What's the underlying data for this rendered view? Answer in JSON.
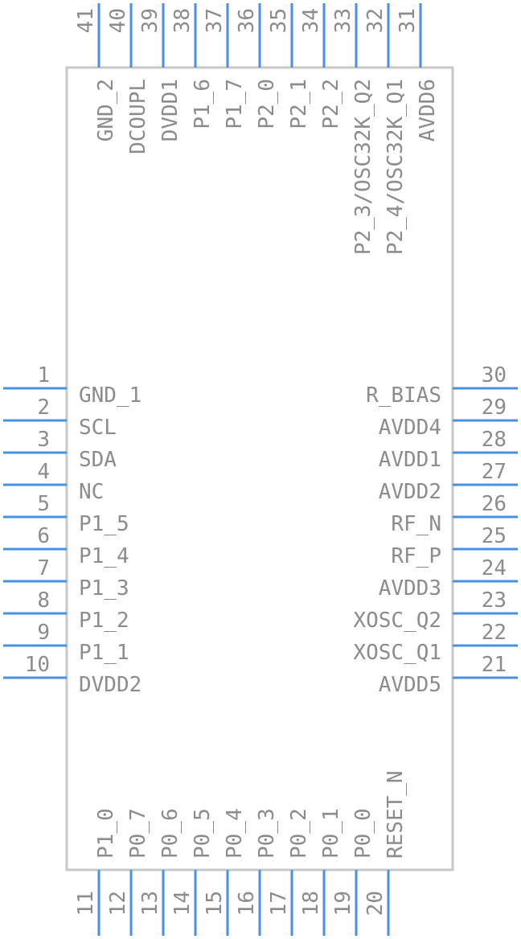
{
  "colors": {
    "pin": "#4a90e2",
    "outline": "#c8c8c8",
    "text": "#8c8c8c"
  },
  "left_pins": [
    {
      "num": "1",
      "label": "GND_1"
    },
    {
      "num": "2",
      "label": "SCL"
    },
    {
      "num": "3",
      "label": "SDA"
    },
    {
      "num": "4",
      "label": "NC"
    },
    {
      "num": "5",
      "label": "P1_5"
    },
    {
      "num": "6",
      "label": "P1_4"
    },
    {
      "num": "7",
      "label": "P1_3"
    },
    {
      "num": "8",
      "label": "P1_2"
    },
    {
      "num": "9",
      "label": "P1_1"
    },
    {
      "num": "10",
      "label": "DVDD2"
    }
  ],
  "bottom_pins": [
    {
      "num": "11",
      "label": "P1_0"
    },
    {
      "num": "12",
      "label": "P0_7"
    },
    {
      "num": "13",
      "label": "P0_6"
    },
    {
      "num": "14",
      "label": "P0_5"
    },
    {
      "num": "15",
      "label": "P0_4"
    },
    {
      "num": "16",
      "label": "P0_3"
    },
    {
      "num": "17",
      "label": "P0_2"
    },
    {
      "num": "18",
      "label": "P0_1"
    },
    {
      "num": "19",
      "label": "P0_0"
    },
    {
      "num": "20",
      "label": "RESET_N"
    }
  ],
  "right_pins": [
    {
      "num": "30",
      "label": "R_BIAS"
    },
    {
      "num": "29",
      "label": "AVDD4"
    },
    {
      "num": "28",
      "label": "AVDD1"
    },
    {
      "num": "27",
      "label": "AVDD2"
    },
    {
      "num": "26",
      "label": "RF_N"
    },
    {
      "num": "25",
      "label": "RF_P"
    },
    {
      "num": "24",
      "label": "AVDD3"
    },
    {
      "num": "23",
      "label": "XOSC_Q2"
    },
    {
      "num": "22",
      "label": "XOSC_Q1"
    },
    {
      "num": "21",
      "label": "AVDD5"
    }
  ],
  "top_pins": [
    {
      "num": "41",
      "label": "GND_2"
    },
    {
      "num": "40",
      "label": "DCOUPL"
    },
    {
      "num": "39",
      "label": "DVDD1"
    },
    {
      "num": "38",
      "label": "P1_6"
    },
    {
      "num": "37",
      "label": "P1_7"
    },
    {
      "num": "36",
      "label": "P2_0"
    },
    {
      "num": "35",
      "label": "P2_1"
    },
    {
      "num": "34",
      "label": "P2_2"
    },
    {
      "num": "33",
      "label": "P2_3/OSC32K_Q2"
    },
    {
      "num": "32",
      "label": "P2_4/OSC32K_Q1"
    },
    {
      "num": "31",
      "label": "AVDD6"
    }
  ]
}
